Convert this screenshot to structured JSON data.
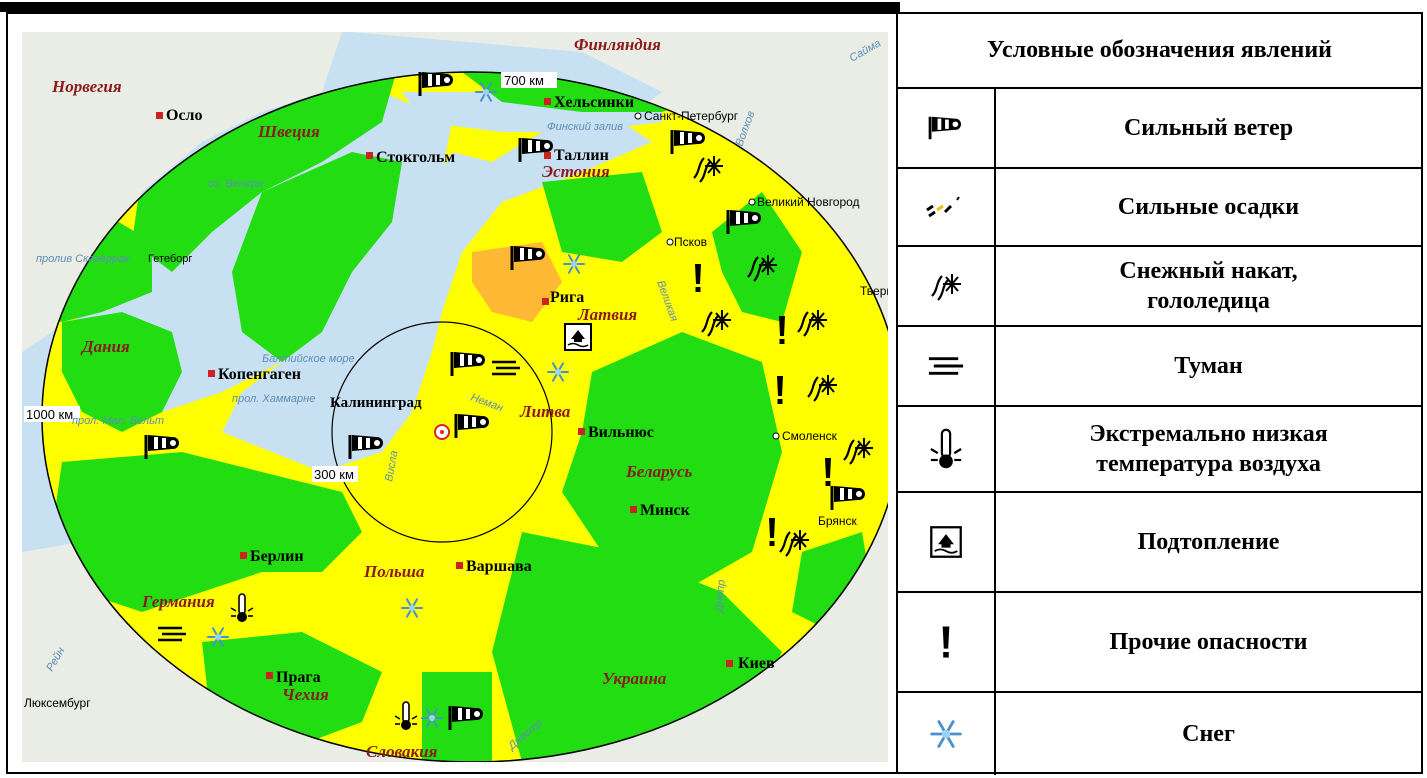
{
  "legend": {
    "title": "Условные обозначения явлений",
    "items": [
      {
        "icon": "strong-wind-icon",
        "label": "Сильный ветер"
      },
      {
        "icon": "heavy-precipitation-icon",
        "label": "Сильные осадки"
      },
      {
        "icon": "snow-ice-icon",
        "label": "Снежный накат,\nгололедица"
      },
      {
        "icon": "fog-icon",
        "label": "Туман"
      },
      {
        "icon": "low-temperature-icon",
        "label": "Экстремально низкая\nтемпература воздуха"
      },
      {
        "icon": "flooding-icon",
        "label": "Подтопление"
      },
      {
        "icon": "other-hazards-icon",
        "label": "Прочие опасности"
      },
      {
        "icon": "snow-icon",
        "label": "Снег"
      }
    ]
  },
  "map": {
    "colors": {
      "green": "#22dd11",
      "yellow": "#ffff00",
      "orange": "#ffb833",
      "sea": "#c8e1f2",
      "land": "#e9ede5"
    },
    "rings": {
      "r700": "700 км",
      "r1000": "1000 км",
      "r300": "300 км"
    },
    "countries": {
      "norway": "Норвегия",
      "finland": "Финляндия",
      "sweden": "Швеция",
      "estonia": "Эстония",
      "latvia": "Латвия",
      "lithuania": "Литва",
      "denmark": "Дания",
      "belarus": "Беларусь",
      "poland": "Польша",
      "germany": "Германия",
      "czech": "Чехия",
      "slovakia": "Словакия",
      "ukraine": "Украина"
    },
    "cities": {
      "oslo": "Осло",
      "helsinki": "Хельсинки",
      "stockholm": "Стокгольм",
      "tallinn": "Таллин",
      "riga": "Рига",
      "copenhagen": "Копенгаген",
      "kaliningrad": "Калининград",
      "vilnius": "Вильнюс",
      "minsk": "Минск",
      "berlin": "Берлин",
      "warsaw": "Варшава",
      "prague": "Прага",
      "kiev": "Киев"
    },
    "small_cities": {
      "spb": "Санкт-Петербург",
      "novgorod": "Великий Новгород",
      "pskov": "Псков",
      "smolensk": "Смоленск",
      "bryansk": "Брянск",
      "tver": "Тверь",
      "gothenburg": "Гетеборг",
      "luxembourg": "Люксембург"
    },
    "water": {
      "gulf_finland": "Финский залив",
      "venern": "оз. Венерн",
      "skagerrak": "пролив Скагеррак",
      "baltic": "Балтийское море",
      "hammarne": "прол. Хаммарне",
      "belt": "прол. Мал. Бельт",
      "volkhov": "Волхов",
      "velikaya": "Великая",
      "neman": "Неман",
      "vistula": "Висла",
      "dnieper": "Днепр",
      "dniester": "Днестр",
      "rhine": "Рейн",
      "sweden_edge": "Сайма"
    }
  }
}
